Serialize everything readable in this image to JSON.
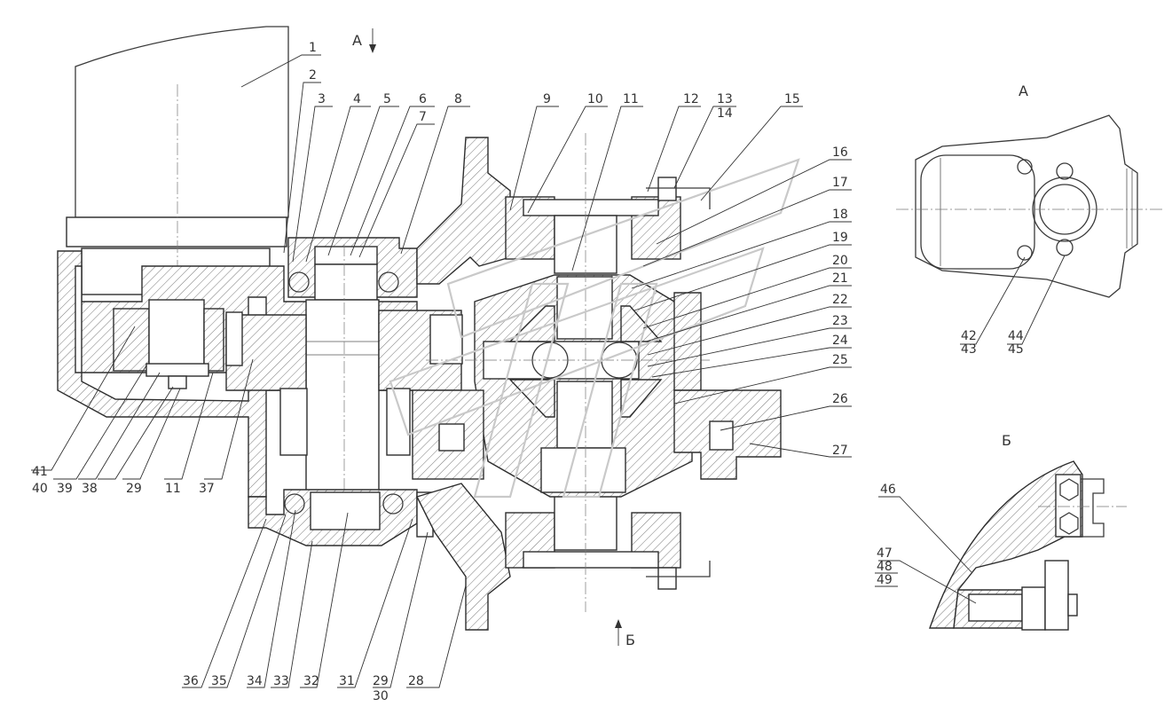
{
  "drawing": {
    "view_labels": {
      "a_arrow": "А",
      "b_arrow": "Б",
      "view_a": "А",
      "view_b": "Б"
    },
    "callouts": {
      "c1": "1",
      "c2": "2",
      "c3": "3",
      "c4": "4",
      "c5": "5",
      "c6": "6",
      "c7": "7",
      "c8": "8",
      "c9": "9",
      "c10": "10",
      "c11_top": "11",
      "c12": "12",
      "c13": "13",
      "c14": "14",
      "c15": "15",
      "c16": "16",
      "c17": "17",
      "c18": "18",
      "c19": "19",
      "c20": "20",
      "c21": "21",
      "c22": "22",
      "c23": "23",
      "c24": "24",
      "c25": "25",
      "c26": "26",
      "c27": "27",
      "c41": "41",
      "c40": "40",
      "c39": "39",
      "c38": "38",
      "c29_left": "29",
      "c11_left": "11",
      "c37": "37",
      "c36": "36",
      "c35": "35",
      "c34": "34",
      "c33": "33",
      "c32": "32",
      "c31": "31",
      "c29_bottom": "29",
      "c30": "30",
      "c28": "28",
      "c42": "42",
      "c43": "43",
      "c44": "44",
      "c45": "45",
      "c46": "46",
      "c47": "47",
      "c48": "48",
      "c49": "49"
    }
  }
}
